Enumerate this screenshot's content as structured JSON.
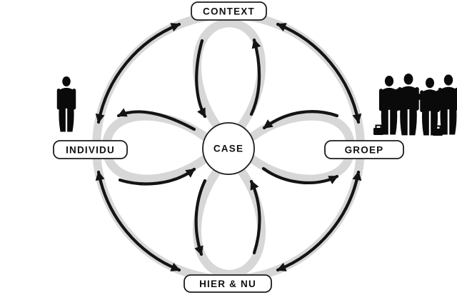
{
  "diagram": {
    "center_label": "CASE",
    "nodes": {
      "top": {
        "label": "CONTEXT",
        "position": "top"
      },
      "left": {
        "label": "INDIVIDU",
        "position": "left"
      },
      "right": {
        "label": "GROEP",
        "position": "right"
      },
      "bottom": {
        "label": "HIER & NU",
        "position": "bottom"
      }
    },
    "illustrations": {
      "left_icon": "single-businessman-silhouette",
      "right_icon": "business-group-silhouette"
    },
    "colors": {
      "background": "#ffffff",
      "band_gray": "#d7d7d7",
      "arrow_black": "#141414",
      "label_border": "#1c1c1c",
      "label_fill": "#ffffff",
      "text": "#111111",
      "silhouette": "#0a0a0a"
    }
  }
}
